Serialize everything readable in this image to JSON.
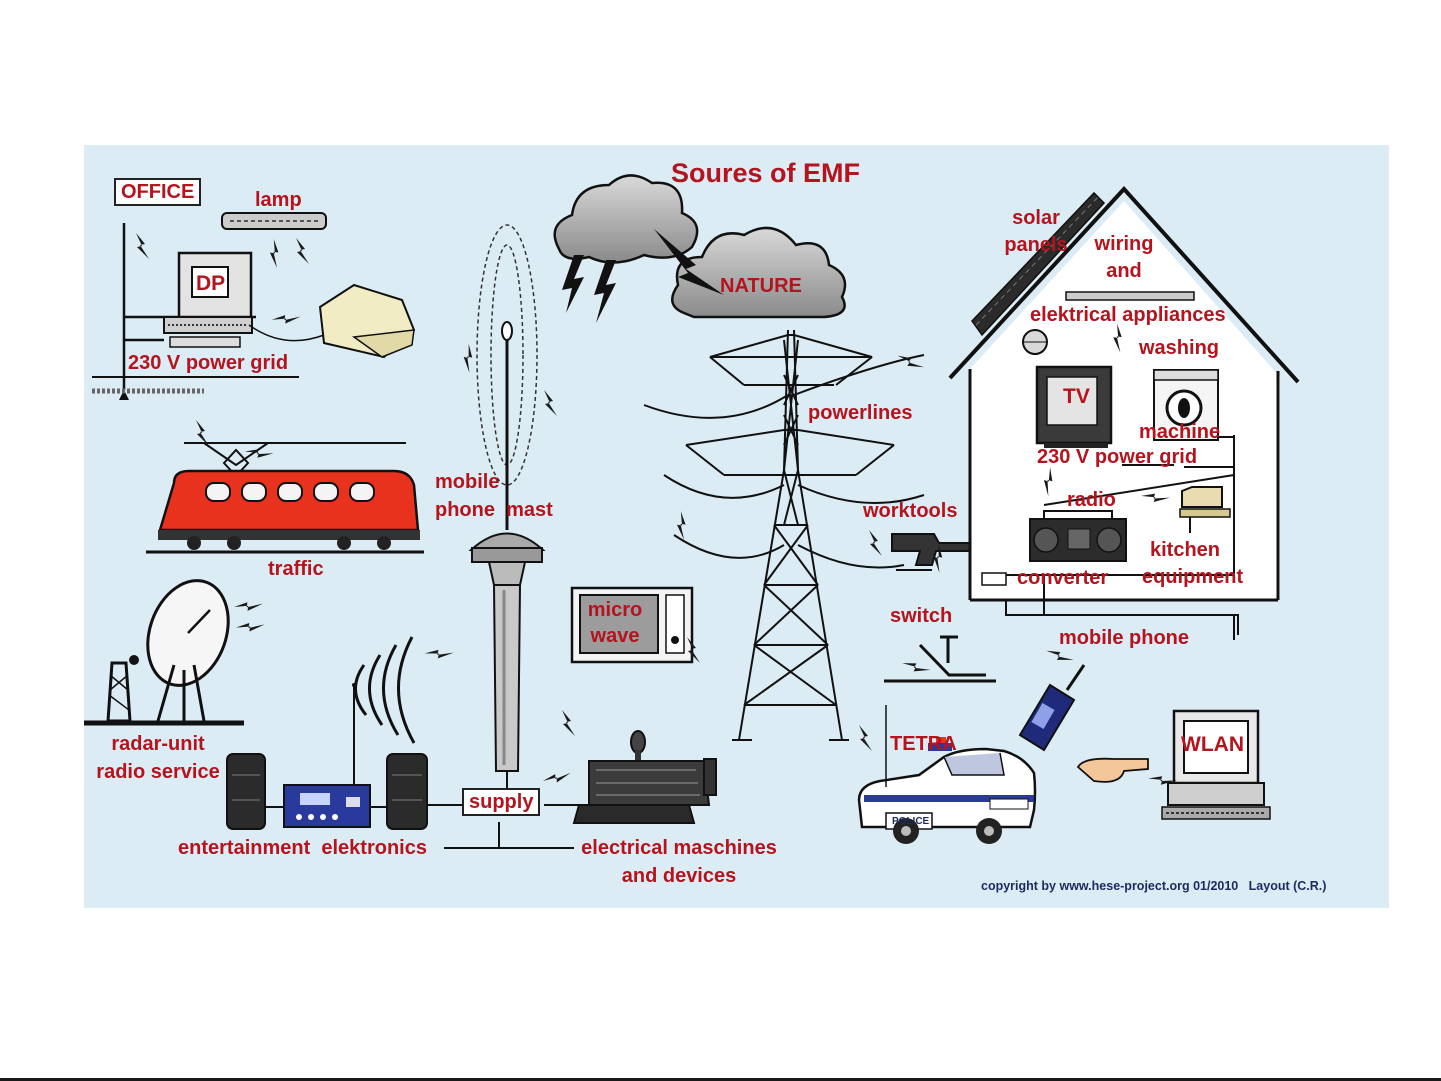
{
  "title": "Soures of EMF",
  "labels": {
    "office": "OFFICE",
    "lamp": "lamp",
    "dp": "DP",
    "office_power_grid": "230 V power grid",
    "traffic": "traffic",
    "radar_1": "radar-unit",
    "radar_2": "radio service",
    "mobile_mast_1": "mobile",
    "mobile_mast_2": "phone  mast",
    "entertainment": "entertainment  elektronics",
    "supply": "supply",
    "microwave_1": "micro",
    "microwave_2": "wave",
    "machines_1": "electrical maschines",
    "machines_2": "and devices",
    "nature": "NATURE",
    "powerlines": "powerlines",
    "worktools": "worktools",
    "switch": "switch",
    "tetra": "TETRA",
    "police": "POLICE",
    "mobile_phone": "mobile phone",
    "wlan": "WLAN",
    "solar_1": "solar",
    "solar_2": "panels",
    "wiring_1": "wiring",
    "wiring_2": "and",
    "appliances": "elektrical appliances",
    "washing_1": "washing",
    "washing_2": "machine",
    "tv": "TV",
    "house_power_grid": "230 V power grid",
    "radio": "radio",
    "kitchen_1": "kitchen",
    "kitchen_2": "equipment",
    "converter": "converter"
  },
  "copyright": "copyright by www.hese-project.org 01/2010   Layout (C.R.)",
  "colors": {
    "panel_bg": "#dcecf5",
    "label_red": "#b4141e",
    "train_red": "#e8321e",
    "radio_blue": "#2a3a9c",
    "copyright_navy": "#1d2a5e"
  }
}
